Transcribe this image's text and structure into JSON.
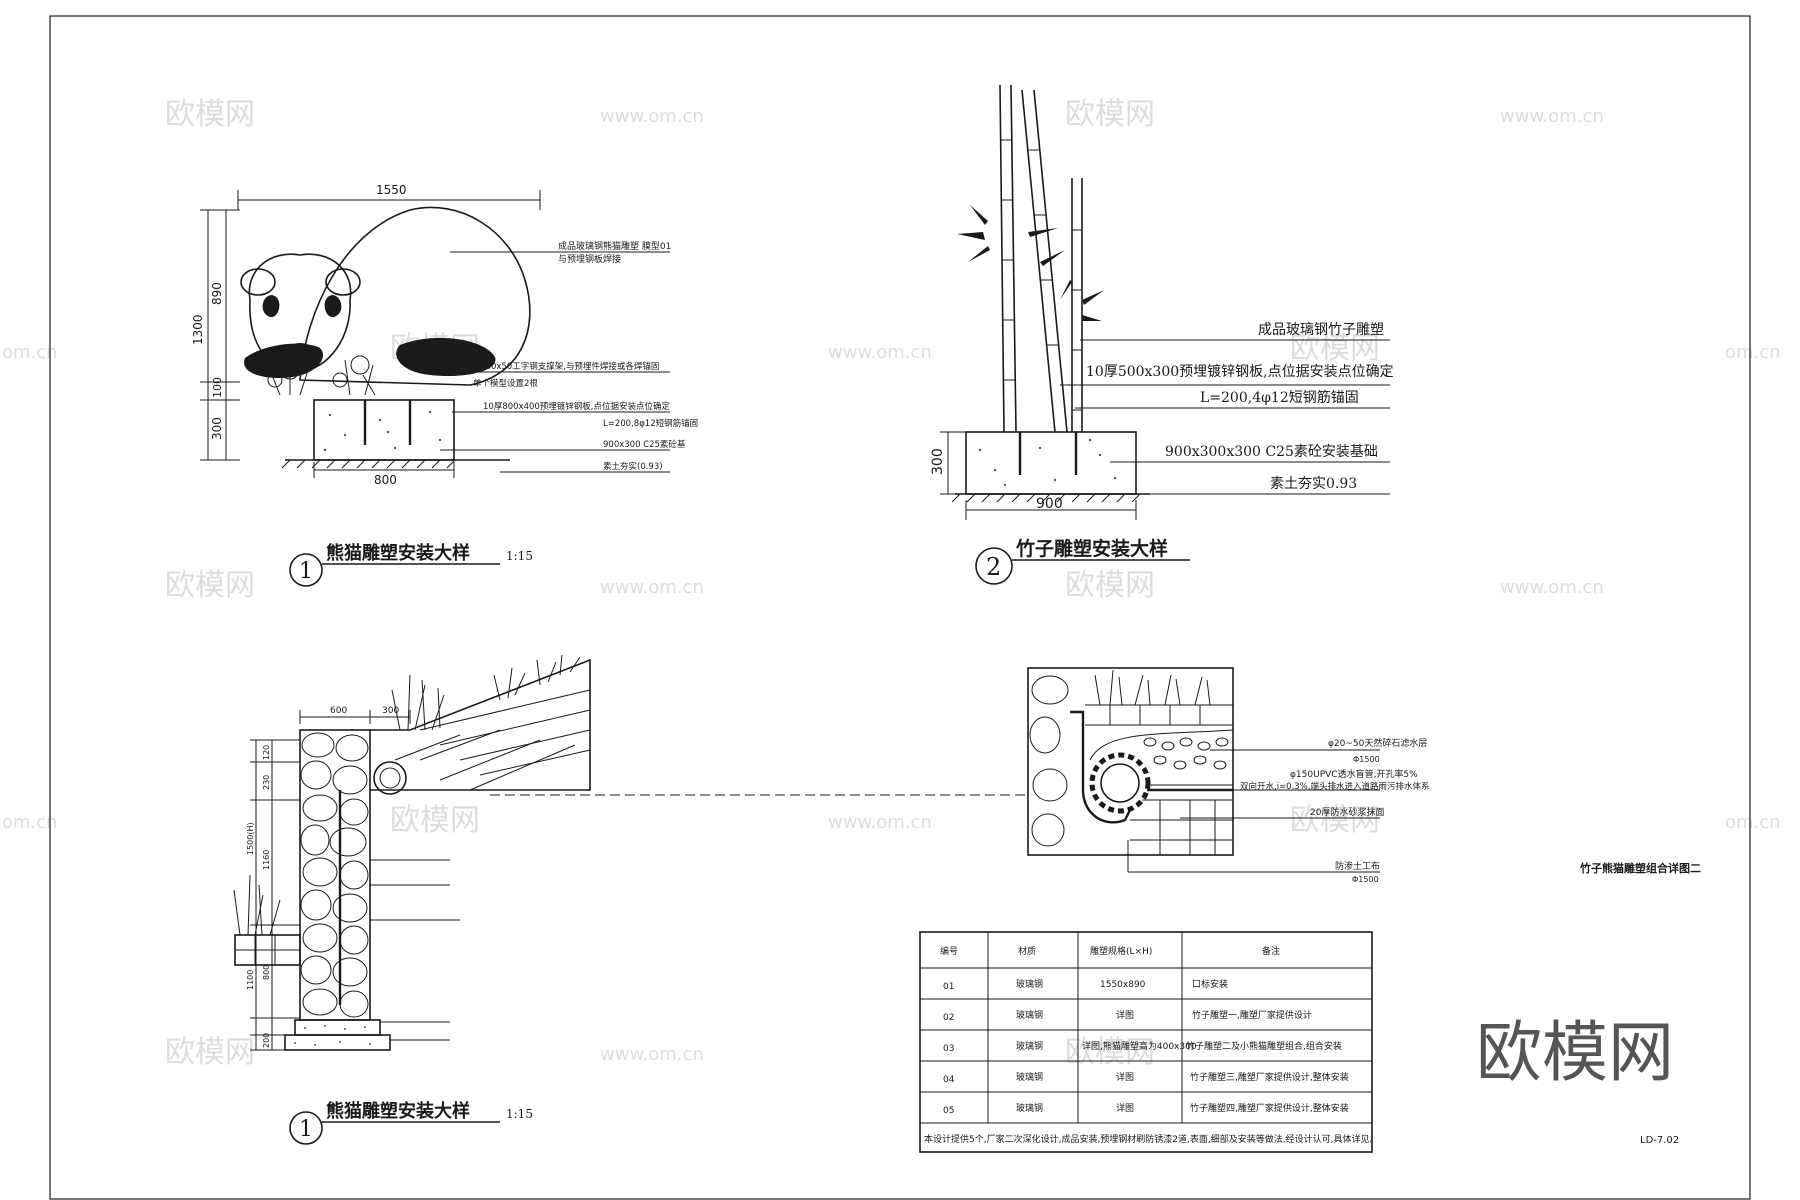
{
  "watermarks": {
    "brand_cn": "欧模网",
    "brand_url": "www.om.cn",
    "brand_url_short": "om.cn",
    "big_logo": "欧模网"
  },
  "sheet": {
    "title": "竹子熊猫雕塑组合详图二",
    "number": "LD-7.02"
  },
  "detail1": {
    "title": "熊猫雕塑安装大样",
    "scale": "1:15",
    "marker": "1",
    "dims": {
      "width": "1550",
      "height_total": "1300",
      "height_upper": "890",
      "height_mid": "100",
      "height_base": "300",
      "base_width": "800"
    },
    "notes": [
      "成品玻璃钢熊猫雕塑 膜型01",
      "与预埋钢板焊接",
      "8#80x50工字钢支撑架,与预埋件焊接或各焊锚固",
      "单个模型设置2根",
      "10厚800x400预埋镀锌钢板,点位据安装点位确定",
      "L=200,8φ12短钢筋锚固",
      "900x300 C25素砼基",
      "素土夯实(0.93)"
    ]
  },
  "detail2": {
    "title": "竹子雕塑安装大样",
    "marker": "2",
    "dims": {
      "height": "300",
      "width": "900"
    },
    "notes": [
      "成品玻璃钢竹子雕塑",
      "10厚500x300预埋镀锌钢板,点位据安装点位确定",
      "L=200,4φ12短钢筋锚固",
      "900x300x300 C25素砼安装基础",
      "素土夯实0.93"
    ]
  },
  "detail3": {
    "title": "熊猫雕塑安装大样",
    "scale": "1:15",
    "marker": "1",
    "dims": {
      "top_w1": "600",
      "top_w2": "300",
      "h1": "120",
      "h2": "230",
      "h3": "1500(H)",
      "h4": "1160",
      "h5": "1100",
      "h6": "800",
      "h7": "200"
    }
  },
  "detail4": {
    "notes": [
      "φ20~50天然碎石滤水层",
      "Φ1500",
      "φ150UPVC透水盲管,开孔率5%",
      "双向开水,i=0.3%,端头排水进入道路雨污排水体系",
      "20厚防水砂浆抹面",
      "防渗土工布",
      "Φ1500"
    ]
  },
  "table": {
    "headers": [
      "编号",
      "材质",
      "雕塑规格(L×H)",
      "备注"
    ],
    "rows": [
      [
        "01",
        "玻璃钢",
        "1550x890",
        "口标安装"
      ],
      [
        "02",
        "玻璃钢",
        "详图",
        "竹子雕塑一,雕塑厂家提供设计"
      ],
      [
        "03",
        "玻璃钢",
        "详图,熊猫雕塑高为400x300",
        "竹子雕塑二及小熊猫雕塑组合,组合安装"
      ],
      [
        "04",
        "玻璃钢",
        "详图",
        "竹子雕塑三,雕塑厂家提供设计,整体安装"
      ],
      [
        "05",
        "玻璃钢",
        "详图",
        "竹子雕塑四,雕塑厂家提供设计,整体安装"
      ]
    ],
    "footnote": "本设计提供5个,厂家二次深化设计,成品安装,预埋钢材刷防锈漆2道,表面,细部及安装等做法,经设计认可,具体详见。"
  }
}
